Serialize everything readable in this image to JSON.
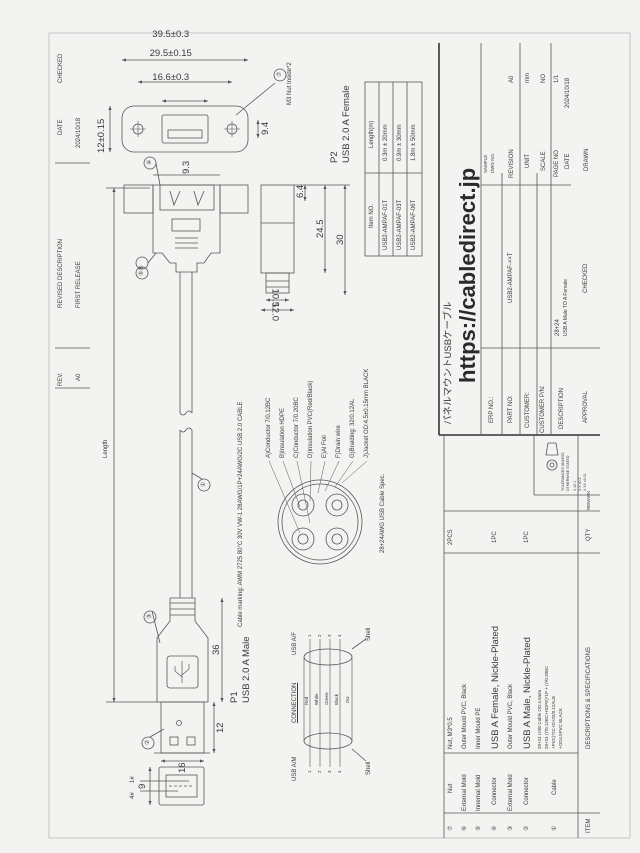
{
  "revision_block": {
    "headers": [
      "REV.",
      "REVISED DESCRIPTION",
      "DATE",
      "CHECKED"
    ],
    "rows": [
      {
        "rev": "A0",
        "description": "FIRST RELEASE",
        "date": "2024/10/18",
        "checked": ""
      }
    ]
  },
  "drawing": {
    "length_label": "Length",
    "p1_id": "P1",
    "p1_name": "USB 2.0 A Male",
    "p2_id": "P2",
    "p2_name": "USB 2.0 A Female",
    "pin4": "4#",
    "pin1": "1#",
    "dims": {
      "end_h": "9",
      "plug_w": "16",
      "plug_len": "12",
      "mold_len": "36",
      "f_93": "9.3",
      "f_64": "6.4",
      "f_245": "24.5",
      "f_30": "30",
      "f_105": "10.5",
      "f_120": "12.0",
      "plate_395": "39.5±0.3",
      "plate_295": "29.5±0.15",
      "plate_166": "16.6±0.3",
      "plate_12": "12±0.15",
      "plate_94": "9.4"
    },
    "callouts": {
      "c1": "①",
      "c2": "②",
      "c3": "③",
      "c4": "④",
      "c56": "⑤⑥",
      "c7": "⑦"
    },
    "nut_note": "M3 Nut Inside*2",
    "cable_marking": "Cable marking:   AWM 2725 80°C 30V VW-1 28AWG/1P+24AWG/2C USB 2.0 CABLE"
  },
  "cable_spec": {
    "items": [
      "A)Conductor 7/0.12BC",
      "B)Insulation HDPE",
      "C)Conductor 7/0.20BC",
      "D)Insulation PVC(Red/Black)",
      "E)Al Foil",
      "F)Drain wire",
      "G)Braiding: 32/0.12AL",
      "J)Jacket OD:4.5±0.15mm BLACK"
    ],
    "title": "28+24AWG USB Cable Spec."
  },
  "connection": {
    "title": "CONNECTION",
    "left": "USB A/M",
    "right": "USB A/F",
    "pins": [
      "1",
      "2",
      "3",
      "4"
    ],
    "wires": [
      "Red",
      "White",
      "Green",
      "Black",
      "Dw"
    ],
    "shell": "Shell"
  },
  "item_table": {
    "headers": [
      "Item NO.",
      "Length(m)"
    ],
    "rows": [
      [
        "USB2-AMPAF-01T",
        "0.3m ± 20mm"
      ],
      [
        "USB2-AMPAF-03T",
        "0.9m ± 30mm"
      ],
      [
        "USB2-AMPAF-06T",
        "1.8m ± 50mm"
      ]
    ]
  },
  "title_block": {
    "jp_title": "パネルマウントUSBケーブル",
    "url": "https://cabledirect.jp",
    "erp_label": "ERP NO.:",
    "part_label": "PART NO:",
    "part_value": "USB2-AMPAF-××T",
    "customer_label": "CUSTOMER:",
    "customer_pn_label": "CUSTOMER P/N:",
    "description_label": "DESCRIPTION",
    "description_line1": "28+24",
    "description_line2": "USB A Male TO A Female",
    "approval_label": "APPROVAL",
    "checked_label": "CHECKED",
    "sample_label": "SAMPLE",
    "dwg_label": "DWG NO.",
    "revision_label": "REVISION",
    "revision_value": "A0",
    "unit_label": "UNIT",
    "unit_value": "mm",
    "scale_label": "SCALE",
    "scale_value": "NO",
    "page_label": "PAGE NO",
    "page_value": "1/1",
    "date_label": "DATE",
    "date_value": "2024/10/18",
    "drawn_label": "DRAWN",
    "tolerance_1": "TOLERANCES UNLESS",
    "tolerance_2": "OTHERWISE STATED",
    "tolerance_3": "X ±0.1",
    "tolerance_4": "X.X ±0.2",
    "tolerance_5": "X.XX ±0.01"
  },
  "bom": {
    "footer": {
      "item": "ITEM",
      "desc": "DESCRIPTIONS & SPECIFICATIONS",
      "qty": "QTY",
      "remark": "REMARK"
    },
    "rows": [
      {
        "no": "⑦",
        "name": "Nut",
        "spec": "Nut, M3*0.5",
        "qty": "2PCS"
      },
      {
        "no": "⑥",
        "name": "External Mold",
        "spec": "Outer Mould PVC, Black",
        "qty": ""
      },
      {
        "no": "⑤",
        "name": "Innernal Mold",
        "spec": "Inner Mould PE",
        "qty": ""
      },
      {
        "no": "④",
        "name": "Connector",
        "spec": "USB A Female, Nickle-Plated",
        "qty": "1PC"
      },
      {
        "no": "③",
        "name": "External Mold",
        "spec": "Outer Mould PVC, Black",
        "qty": ""
      },
      {
        "no": "②",
        "name": "Connector",
        "spec": "USB A Male, Nickle-Plated",
        "qty": "1PC"
      },
      {
        "no": "①",
        "name": "Cable",
        "spec": "28+24 USB Cable OD:4.5mm",
        "spec2": "28+24 (7/0.12BC+HDPE)*1P + (7/0.20BC",
        "spec3": "+PVC)*2C+D+32/0.12ALB",
        "spec4": "+OD4.5PVC BLACK",
        "qty": ""
      }
    ]
  }
}
